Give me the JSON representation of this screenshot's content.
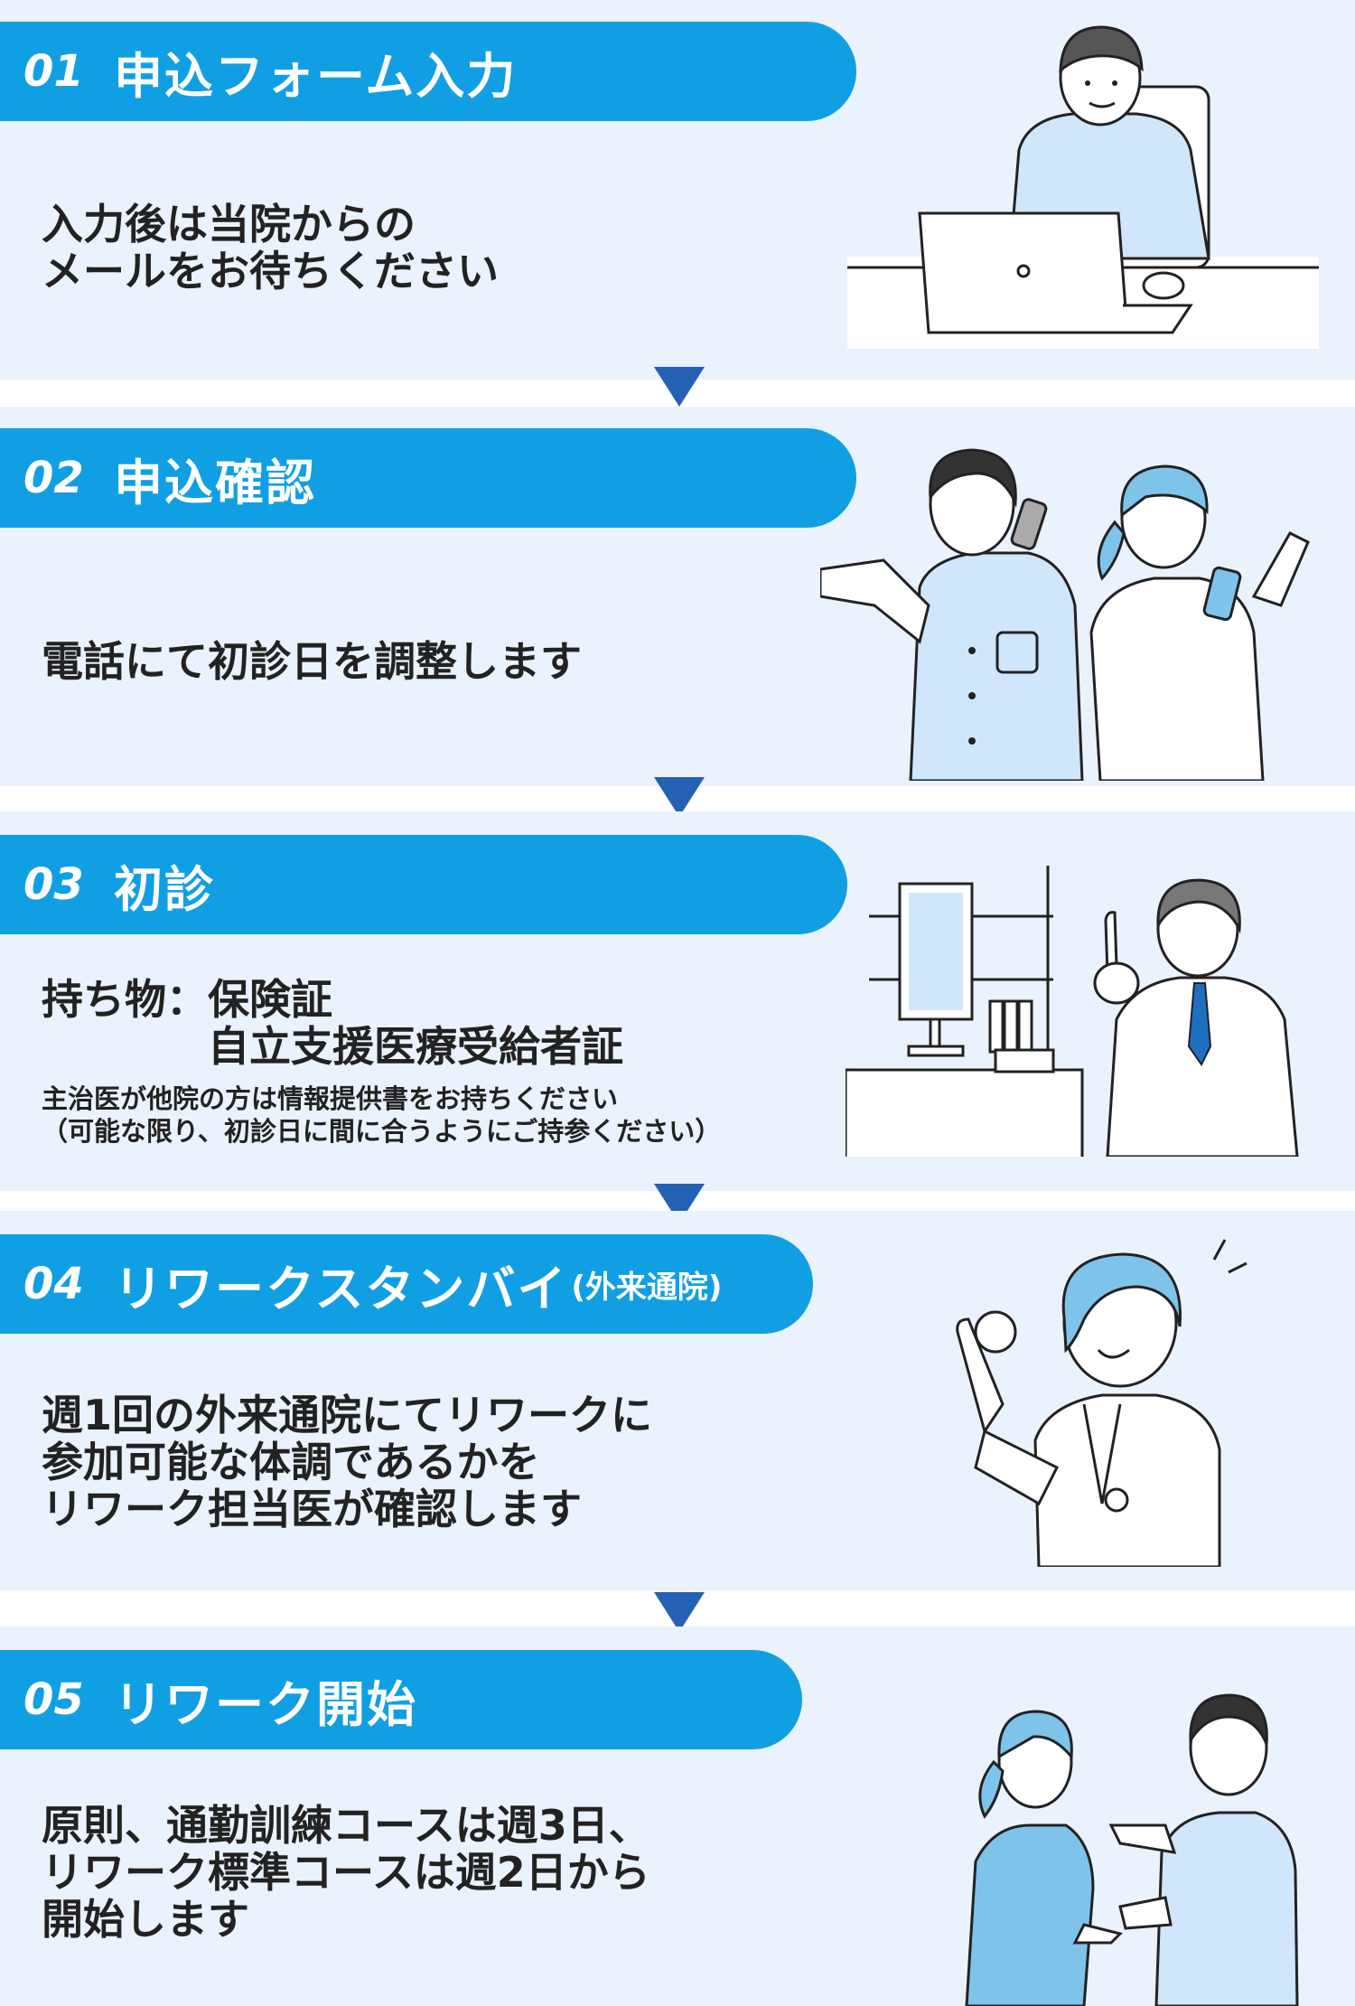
{
  "colors": {
    "panel_bg": "#eaf2fd",
    "header_bg": "#119fe4",
    "header_text": "#ffffff",
    "arrow": "#2461b5",
    "illustration_fill": "#cfe6fb"
  },
  "steps": [
    {
      "number": "01",
      "title": "申込フォーム入力",
      "body": "入力後は当院からの\nメールをお待ちください",
      "illustration": "man-using-laptop-illustration"
    },
    {
      "number": "02",
      "title": "申込確認",
      "body": "電話にて初診日を調整します",
      "illustration": "people-on-phone-illustration"
    },
    {
      "number": "03",
      "title": "初診",
      "body": "持ち物：保険証\n　　　　自立支援医療受給者証",
      "note": "主治医が他院の方は情報提供書をお持ちください\n（可能な限り、初診日に間に合うようにご持参ください）",
      "illustration": "doctor-at-desk-illustration"
    },
    {
      "number": "04",
      "title": "リワークスタンバイ",
      "title_suffix": "(外来通院)",
      "body": "週1回の外来通院にてリワークに\n参加可能な体調であるかを\nリワーク担当医が確認します",
      "illustration": "female-doctor-ok-sign-illustration"
    },
    {
      "number": "05",
      "title": "リワーク開始",
      "body": "原則、通勤訓練コースは週3日、\nリワーク標準コースは週2日から\n開始します",
      "illustration": "two-people-talking-illustration"
    }
  ]
}
